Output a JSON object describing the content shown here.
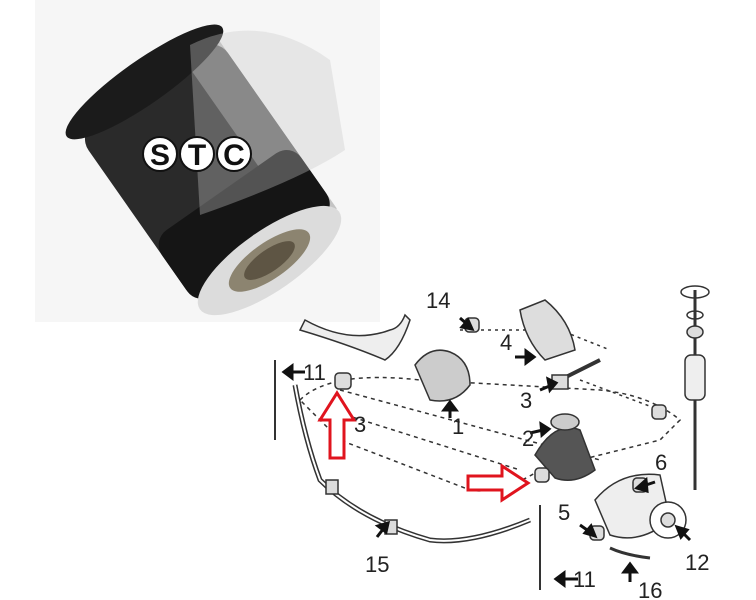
{
  "product_photo": {
    "brand_logo": "STC",
    "logo_letters": [
      "S",
      "T",
      "C"
    ],
    "subject": "rubber-metal bushing"
  },
  "diagram": {
    "title": "",
    "callouts": [
      {
        "id": "1",
        "label": "1"
      },
      {
        "id": "2",
        "label": "2"
      },
      {
        "id": "3a",
        "label": "3"
      },
      {
        "id": "3b",
        "label": "3"
      },
      {
        "id": "4",
        "label": "4"
      },
      {
        "id": "5",
        "label": "5"
      },
      {
        "id": "6",
        "label": "6"
      },
      {
        "id": "11a",
        "label": "11"
      },
      {
        "id": "11b",
        "label": "11"
      },
      {
        "id": "12",
        "label": "12"
      },
      {
        "id": "14",
        "label": "14"
      },
      {
        "id": "15",
        "label": "15"
      },
      {
        "id": "16",
        "label": "16"
      }
    ],
    "highlight_color": "#e0141e",
    "highlights": [
      {
        "name": "up-arrow",
        "target": "3"
      },
      {
        "name": "right-arrow",
        "target": "2"
      }
    ]
  }
}
